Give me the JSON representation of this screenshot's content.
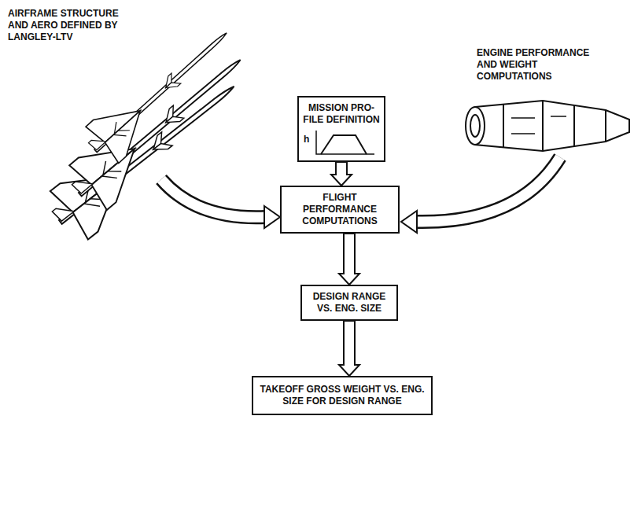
{
  "diagram": {
    "nodes": [
      {
        "text": [
          "MISSION PRO- FILE DEFINITION"
        ]
      },
      {
        "text": [
          "FLIGHT PERFORMANCE COMPUTATIONS"
        ]
      },
      {
        "text": [
          "DESIGN RANGE VS. ENG. SIZE"
        ]
      },
      {
        "text": [
          "TAKEOFF GROSS WEIGHT VS. ENG. SIZE FOR DESIGN RANGE"
        ]
      }
    ],
    "edges": [
      {
        "from": 0,
        "to": 1,
        "arrow": "to"
      },
      {
        "from": 1,
        "to": 2,
        "arrow": "to"
      },
      {
        "from": 2,
        "to": 3,
        "arrow": "to"
      }
    ],
    "labels": [
      "AIRFRAME STRUCTURE AND AERO DEFINED BY LANGLEY-LTV",
      "ENGINE PERFORMANCE AND WEIGHT COMPUTATIONS",
      "h"
    ]
  }
}
